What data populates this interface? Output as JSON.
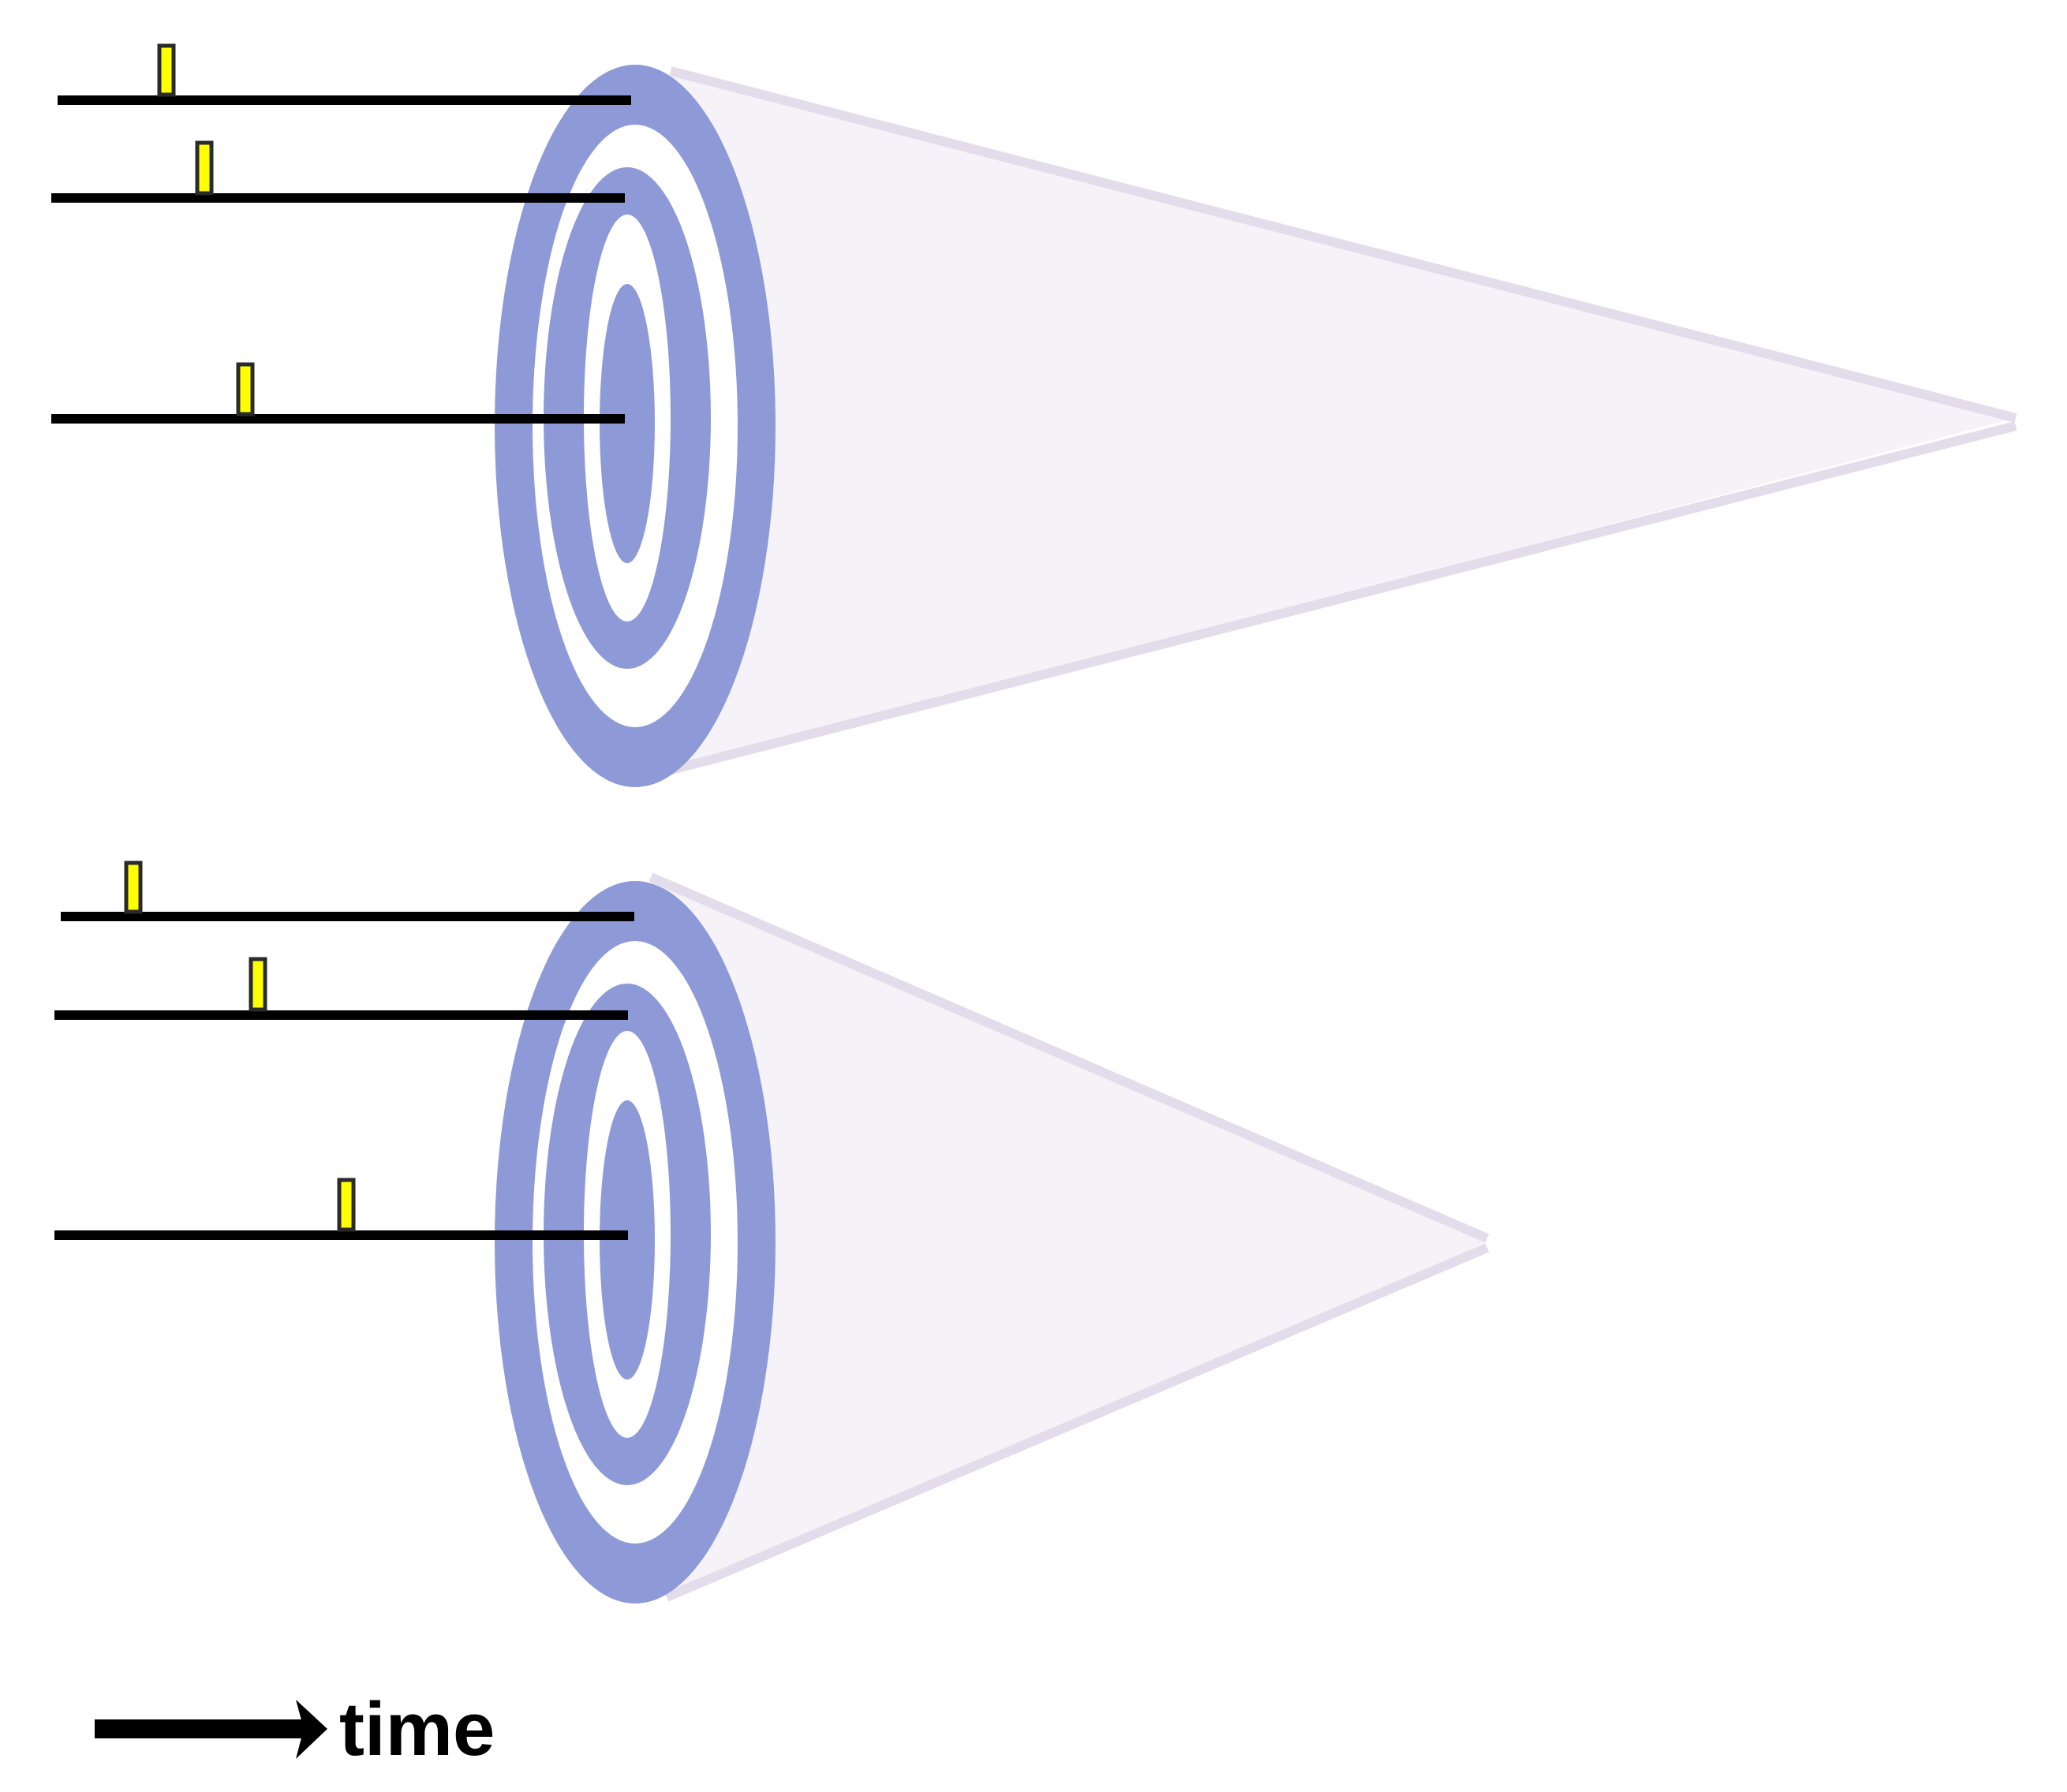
{
  "colors": {
    "ring": "#8e9ad8",
    "cone_fill": "#f5f3f8",
    "cone_edge": "#e3dcea",
    "line": "#000000",
    "marker_fill": "#ffff00",
    "marker_stroke": "#2a2a2a"
  },
  "diagram": {
    "panels": [
      {
        "name": "top",
        "rows": [
          {
            "name": "outer",
            "marker": "spike-marker"
          },
          {
            "name": "middle",
            "marker": "spike-marker"
          },
          {
            "name": "center",
            "marker": "spike-marker"
          }
        ]
      },
      {
        "name": "bottom",
        "rows": [
          {
            "name": "outer",
            "marker": "spike-marker"
          },
          {
            "name": "middle",
            "marker": "spike-marker"
          },
          {
            "name": "center",
            "marker": "spike-marker"
          }
        ]
      }
    ],
    "arrow_label": "time"
  }
}
